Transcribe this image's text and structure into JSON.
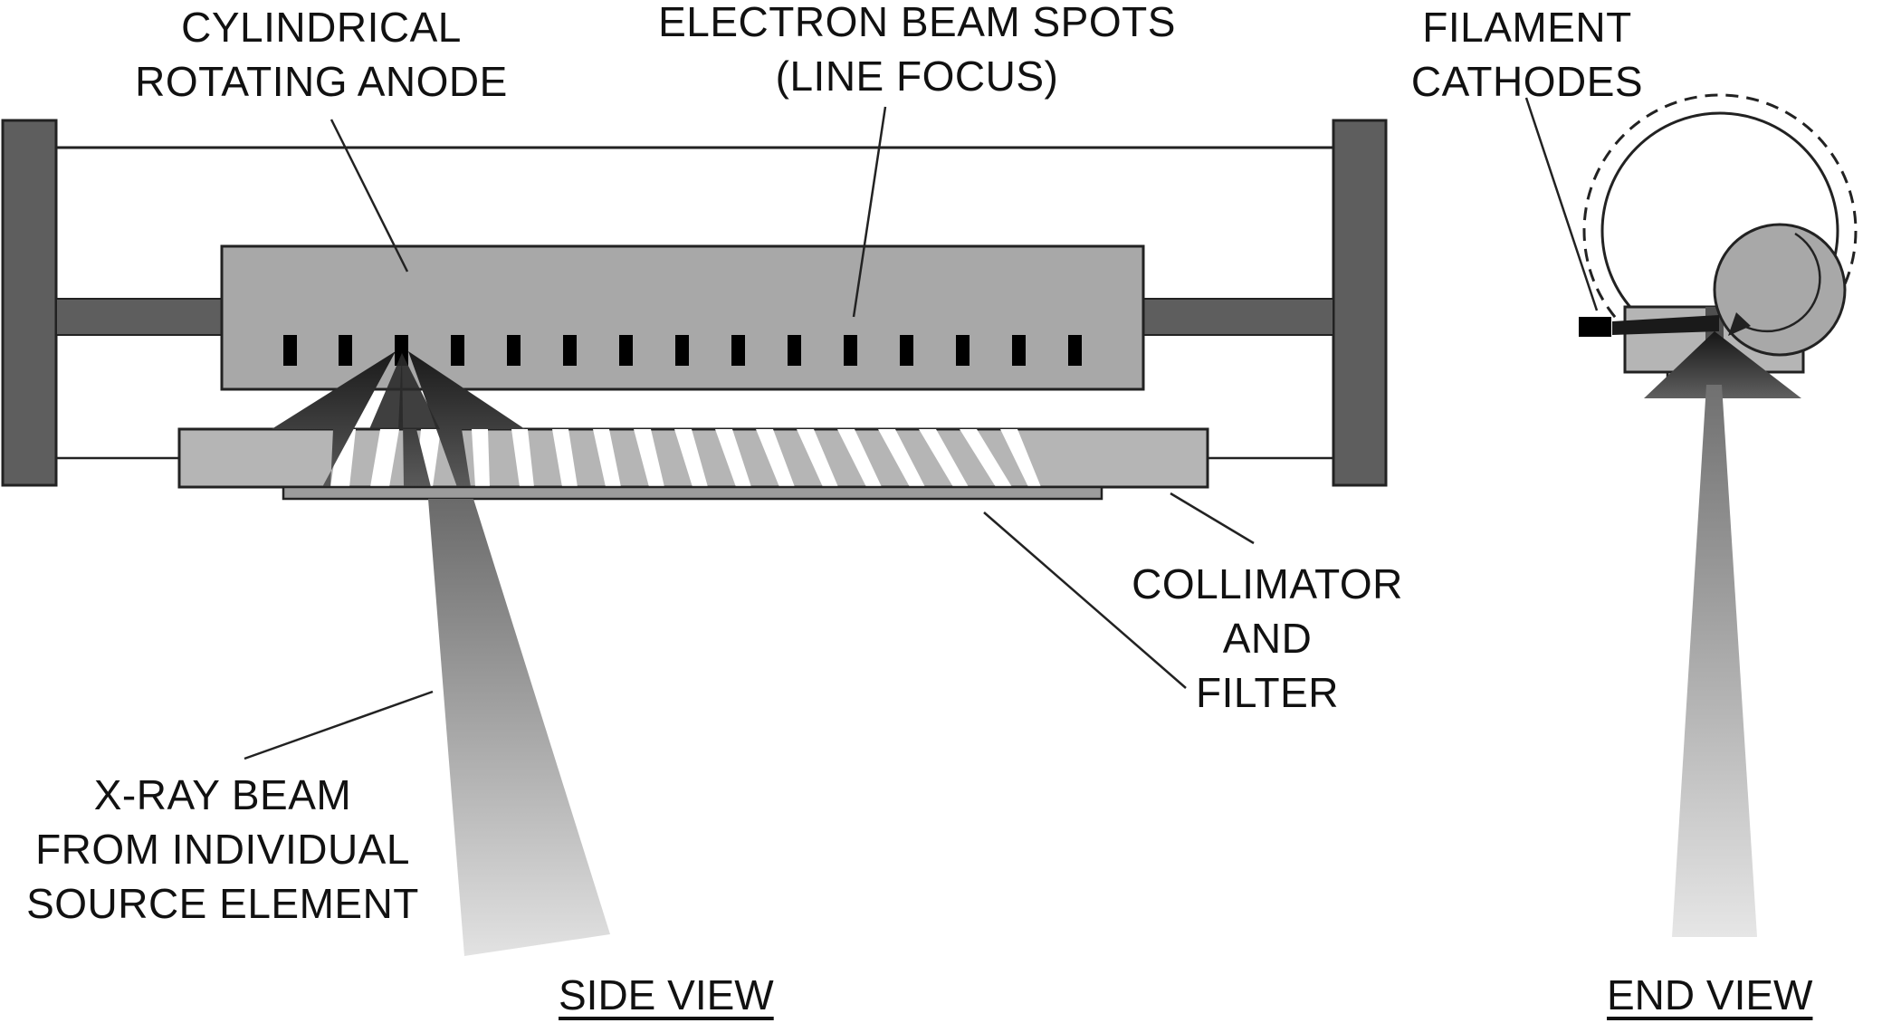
{
  "labels": {
    "anode": [
      "CYLINDRICAL",
      "ROTATING ANODE"
    ],
    "spots": [
      "ELECTRON BEAM SPOTS",
      "(LINE FOCUS)"
    ],
    "cathodes": [
      "FILAMENT",
      "CATHODES"
    ],
    "collimator": [
      "COLLIMATOR",
      "AND",
      "FILTER"
    ],
    "xray": [
      "X-RAY BEAM",
      "FROM INDIVIDUAL",
      "SOURCE ELEMENT"
    ]
  },
  "views": {
    "side": "SIDE VIEW",
    "end": "END VIEW"
  },
  "colors": {
    "frame": "#5e5e5e",
    "anode": "#a8a8a8",
    "collimator": "#b5b5b5",
    "spot": "#000000",
    "line": "#333333"
  }
}
